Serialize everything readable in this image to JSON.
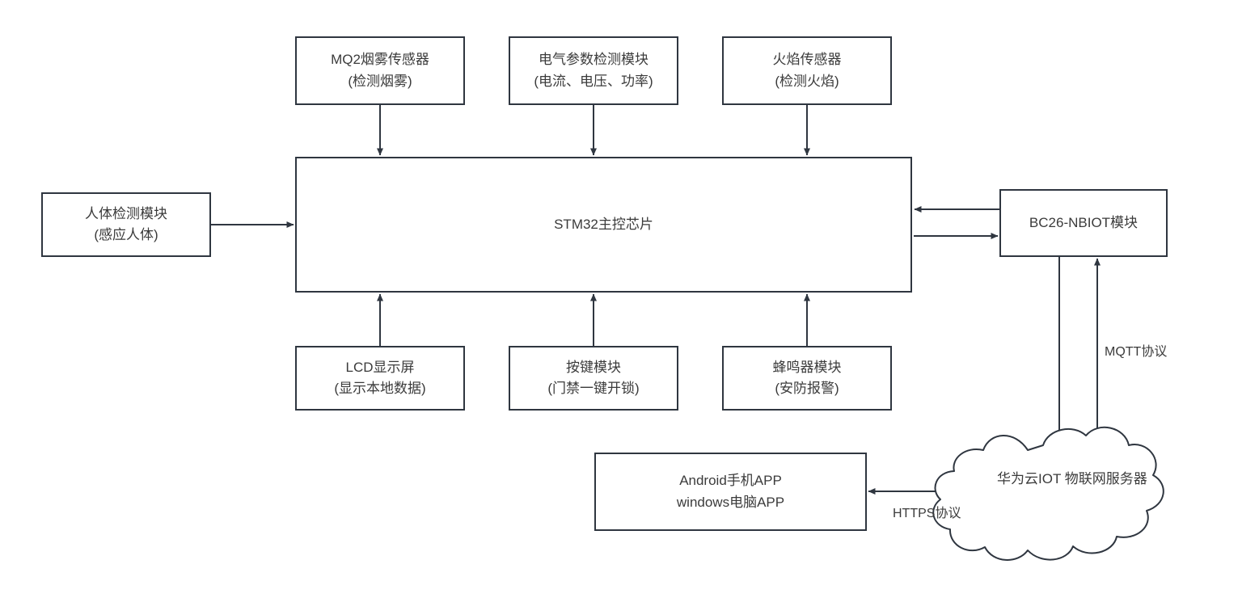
{
  "diagram": {
    "title": "STM32 IOT System Architecture",
    "colors": {
      "stroke": "#2f3640",
      "text": "#3b3b3b",
      "background": "#ffffff"
    },
    "nodes": {
      "smoke_sensor": {
        "line1": "MQ2烟雾传感器",
        "line2": "(检测烟雾)"
      },
      "electric_param": {
        "line1": "电气参数检测模块",
        "line2": "(电流、电压、功率)"
      },
      "flame_sensor": {
        "line1": "火焰传感器",
        "line2": "(检测火焰)"
      },
      "human_detect": {
        "line1": "人体检测模块",
        "line2": "(感应人体)"
      },
      "mcu": {
        "line1": "STM32主控芯片"
      },
      "lcd": {
        "line1": "LCD显示屏",
        "line2": "(显示本地数据)"
      },
      "key_module": {
        "line1": "按键模块",
        "line2": "(门禁一键开锁)"
      },
      "buzzer": {
        "line1": "蜂鸣器模块",
        "line2": "(安防报警)"
      },
      "nbiot": {
        "line1": "BC26-NBIOT模块"
      },
      "cloud": {
        "line1": "华为云IOT",
        "line2": "物联网服务器"
      },
      "apps": {
        "line1": "Android手机APP",
        "line2": "windows电脑APP"
      }
    },
    "edge_labels": {
      "mqtt": "MQTT协议",
      "https": "HTTPS协议"
    }
  }
}
